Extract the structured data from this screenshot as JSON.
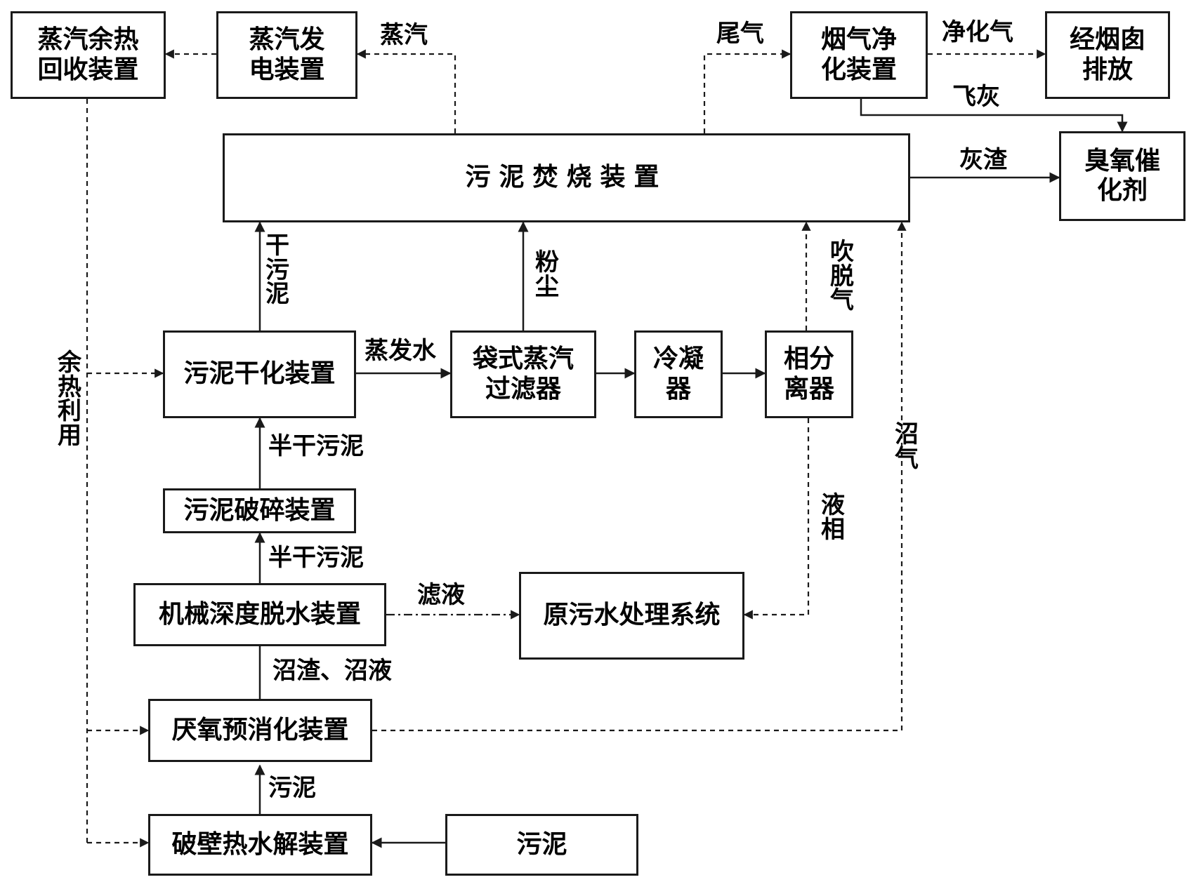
{
  "boxes": {
    "steam_recovery": "蒸汽余热\n回收装置",
    "steam_power": "蒸汽发\n电装置",
    "flue_purify": "烟气净\n化装置",
    "chimney": "经烟囱\n排放",
    "incinerator": "污泥焚烧装置",
    "ozone_catalyst": "臭氧催\n化剂",
    "dryer": "污泥干化装置",
    "bag_filter": "袋式蒸汽\n过滤器",
    "condenser": "冷凝\n器",
    "phase_separator": "相分\n离器",
    "crusher": "污泥破碎装置",
    "dewater": "机械深度脱水装置",
    "sewage_system": "原污水处理系统",
    "anaerobic": "厌氧预消化装置",
    "hydrolysis": "破壁热水解装置",
    "sludge_source": "污泥"
  },
  "labels": {
    "steam": "蒸汽",
    "tail_gas": "尾气",
    "purified_gas": "净化气",
    "fly_ash": "飞灰",
    "ash_slag": "灰渣",
    "dry_sludge": "干污泥",
    "dust": "粉尘",
    "stripped_gas": "吹脱气",
    "waste_heat": "余热利用",
    "evaporated_water": "蒸发水",
    "biogas": "沼气",
    "semi_dry_sludge_1": "半干污泥",
    "liquid_phase": "液相",
    "semi_dry_sludge_2": "半干污泥",
    "filtrate": "滤液",
    "digestate": "沼渣、沼液",
    "sludge": "污泥"
  }
}
